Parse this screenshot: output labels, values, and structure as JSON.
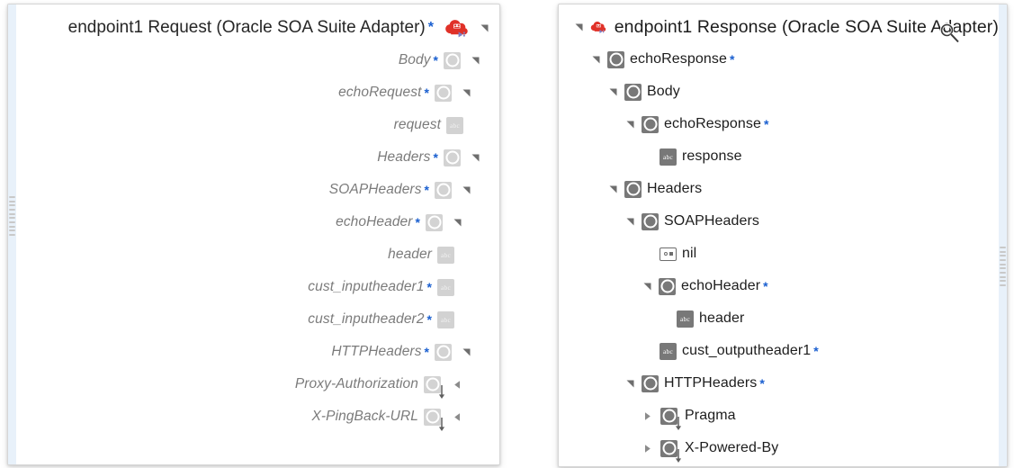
{
  "source_panel": {
    "name": "endpoint1 Request (Oracle SOA Suite Adapter)",
    "title": "endpoint1 Request (Oracle SOA Suite Adapter)",
    "required_marker": "*",
    "adapter_icon": "oracle-soa-cloud-adapter-icon",
    "rows": [
      {
        "label": "endpoint1 Request (Oracle SOA Suite Adapter)",
        "required": true,
        "icon": "cloud-adapter-icon",
        "indent": 0,
        "triangle": "expanded",
        "header": true
      },
      {
        "label": "Body",
        "required": true,
        "icon": "element-icon",
        "indent": 1,
        "triangle": "expanded"
      },
      {
        "label": "echoRequest",
        "required": true,
        "icon": "element-icon",
        "indent": 2,
        "triangle": "expanded"
      },
      {
        "label": "request",
        "required": false,
        "icon": "abc-icon",
        "indent": 3,
        "triangle": "none"
      },
      {
        "label": "Headers",
        "required": true,
        "icon": "element-icon",
        "indent": 1,
        "triangle": "expanded"
      },
      {
        "label": "SOAPHeaders",
        "required": true,
        "icon": "element-icon",
        "indent": 2,
        "triangle": "expanded"
      },
      {
        "label": "echoHeader",
        "required": true,
        "icon": "element-icon",
        "indent": 3,
        "triangle": "expanded"
      },
      {
        "label": "header",
        "required": false,
        "icon": "abc-icon",
        "indent": 4,
        "triangle": "none"
      },
      {
        "label": "cust_inputheader1",
        "required": true,
        "icon": "abc-icon",
        "indent": 4,
        "triangle": "none"
      },
      {
        "label": "cust_inputheader2",
        "required": true,
        "icon": "abc-icon",
        "indent": 4,
        "triangle": "none"
      },
      {
        "label": "HTTPHeaders",
        "required": true,
        "icon": "element-icon",
        "indent": 2,
        "triangle": "expanded"
      },
      {
        "label": "Proxy-Authorization",
        "required": false,
        "icon": "element-optional-icon",
        "indent": 3,
        "triangle": "collapsed"
      },
      {
        "label": "X-PingBack-URL",
        "required": false,
        "icon": "element-optional-icon",
        "indent": 3,
        "triangle": "collapsed"
      }
    ]
  },
  "target_panel": {
    "name": "endpoint1 Response (Oracle SOA Suite Adapter)",
    "title": "endpoint1 Response (Oracle SOA Suite Adapter)",
    "required_marker": "*",
    "adapter_icon": "oracle-soa-cloud-adapter-icon",
    "rows": [
      {
        "label": "endpoint1 Response (Oracle SOA Suite Adapter)",
        "required": false,
        "icon": "cloud-adapter-icon",
        "indent": 0,
        "triangle": "expanded",
        "header": true
      },
      {
        "label": "echoResponse",
        "required": true,
        "icon": "element-icon",
        "indent": 1,
        "triangle": "expanded"
      },
      {
        "label": "Body",
        "required": false,
        "icon": "element-icon",
        "indent": 2,
        "triangle": "expanded"
      },
      {
        "label": "echoResponse",
        "required": true,
        "icon": "element-icon",
        "indent": 3,
        "triangle": "expanded"
      },
      {
        "label": "response",
        "required": false,
        "icon": "abc-icon",
        "indent": 4,
        "triangle": "none"
      },
      {
        "label": "Headers",
        "required": false,
        "icon": "element-icon",
        "indent": 2,
        "triangle": "expanded"
      },
      {
        "label": "SOAPHeaders",
        "required": false,
        "icon": "element-icon",
        "indent": 3,
        "triangle": "expanded"
      },
      {
        "label": "nil",
        "required": false,
        "icon": "attribute-icon",
        "indent": 4,
        "triangle": "none"
      },
      {
        "label": "echoHeader",
        "required": true,
        "icon": "element-icon",
        "indent": 4,
        "triangle": "expanded"
      },
      {
        "label": "header",
        "required": false,
        "icon": "abc-icon",
        "indent": 5,
        "triangle": "none"
      },
      {
        "label": "cust_outputheader1",
        "required": true,
        "icon": "abc-icon",
        "indent": 4,
        "triangle": "none"
      },
      {
        "label": "HTTPHeaders",
        "required": true,
        "icon": "element-icon",
        "indent": 3,
        "triangle": "expanded"
      },
      {
        "label": "Pragma",
        "required": false,
        "icon": "element-optional-icon",
        "indent": 4,
        "triangle": "collapsed"
      },
      {
        "label": "X-Powered-By",
        "required": false,
        "icon": "element-optional-icon",
        "indent": 4,
        "triangle": "collapsed"
      }
    ]
  },
  "cursor": {
    "icon": "magnifier-cursor"
  },
  "colors": {
    "required_marker": "#1a5fd0",
    "source_label": "#7b7b7b",
    "target_label": "#1d1d1d",
    "element_icon_light": "#d3d3d3",
    "element_icon_dark": "#787878",
    "rail": "#e8f1fa",
    "cloud_red": "#e03128",
    "badge_purple": "#7b7fc4"
  }
}
